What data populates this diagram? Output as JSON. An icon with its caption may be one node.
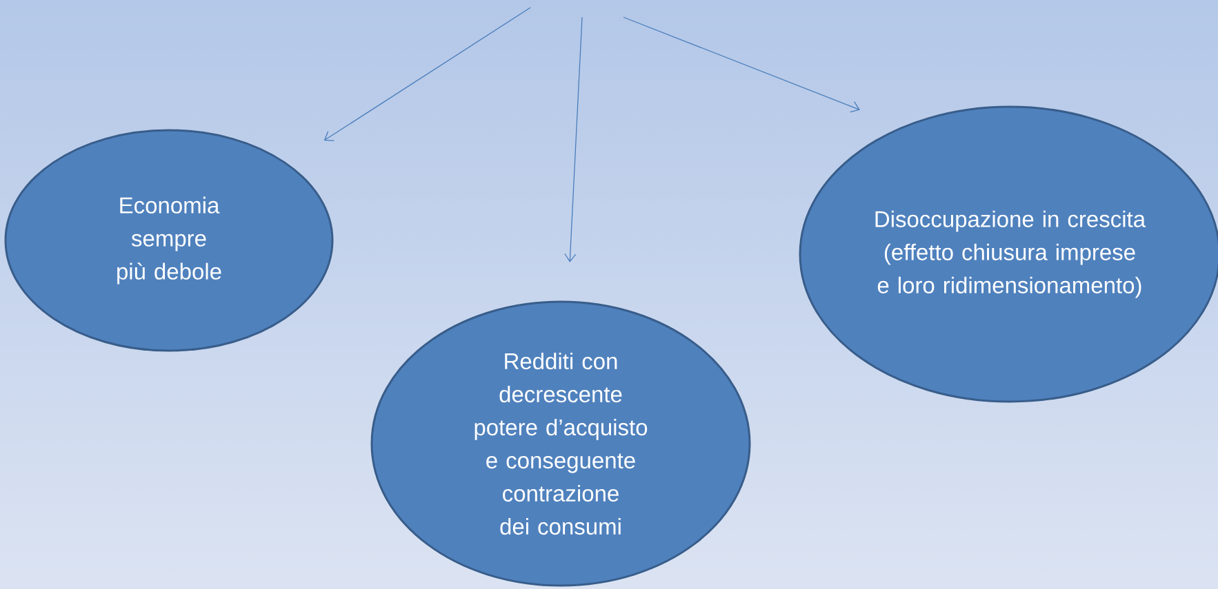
{
  "diagram": {
    "nodes": [
      {
        "text": [
          "Economia sempre più debole"
        ]
      },
      {
        "text": [
          "Redditi con decrescente potere d’acquisto e conseguente contrazione dei consumi"
        ]
      },
      {
        "text": [
          "Disoccupazione in crescita (effetto chiusura imprese e loro ridimensionamento)"
        ]
      }
    ],
    "edges": [
      {
        "from": null,
        "to": 0,
        "arrow": "to"
      },
      {
        "from": null,
        "to": 1,
        "arrow": "to"
      },
      {
        "from": null,
        "to": 2,
        "arrow": "to"
      }
    ]
  }
}
